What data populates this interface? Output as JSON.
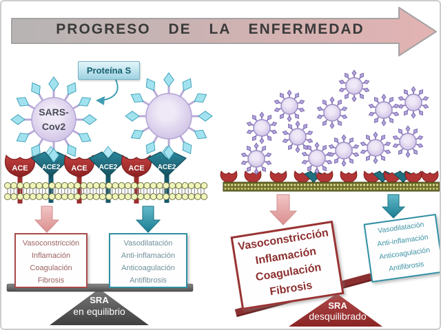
{
  "banner": {
    "title": "PROGRESO DE LA ENFERMEDAD"
  },
  "callout": {
    "protein_label": "Proteína S"
  },
  "virus": {
    "label_line1": "SARS-",
    "label_line2": "Cov2"
  },
  "receptors": {
    "ace": "ACE",
    "ace2": "ACE2"
  },
  "balanced": {
    "effects_ace": [
      "Vasoconstricción",
      "Inflamación",
      "Coagulación",
      "Fibrosis"
    ],
    "effects_ace2": [
      "Vasodilatación",
      "Anti-inflamación",
      "Anticoagulación",
      "Antifibrosis"
    ],
    "triangle_line1": "SRA",
    "triangle_line2": "en equilibrio"
  },
  "unbalanced": {
    "effects_ace": [
      "Vasoconstricción",
      "Inflamación",
      "Coagulación",
      "Fibrosis"
    ],
    "effects_ace2": [
      "Vasodilatación",
      "Anti-inflamación",
      "Anticoagulación",
      "Antifibrosis"
    ],
    "triangle_line1": "SRA",
    "triangle_line2": "desquilibrado"
  },
  "colors": {
    "accent_red": "#a84a4a",
    "accent_teal": "#2e8fa3",
    "virus_purple": "#cfc1e5",
    "spike_cyan": "#a2e2ef",
    "membrane_yellow": "#f0f6ba",
    "beam_gray": "#5a5a5a",
    "beam_red": "#8a3030"
  }
}
